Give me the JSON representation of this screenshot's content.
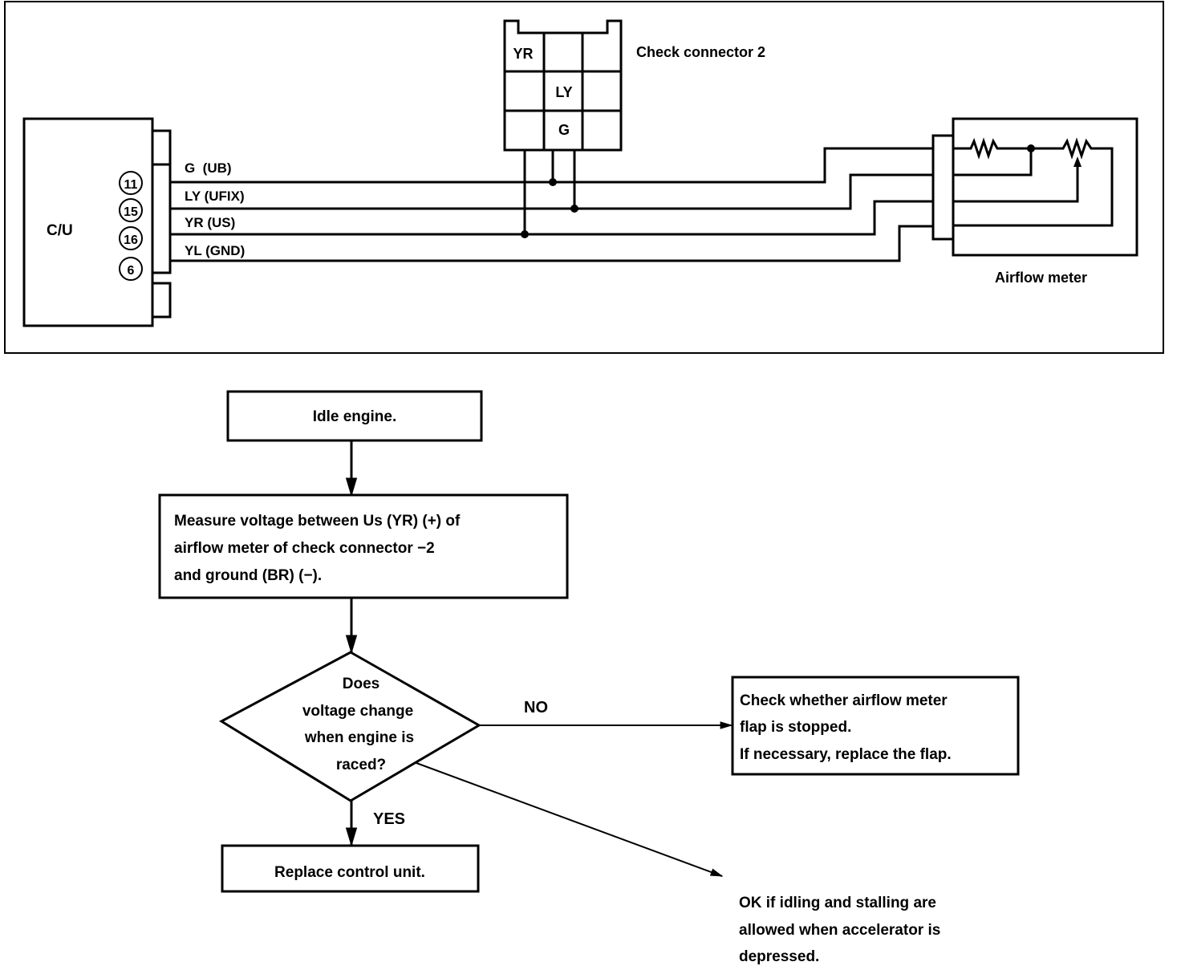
{
  "wiring": {
    "control_unit_label": "C/U",
    "pins": [
      "11",
      "15",
      "16",
      "6"
    ],
    "wires": [
      {
        "label": "G  (UB)"
      },
      {
        "label": "LY (UFIX)"
      },
      {
        "label": "YR (US)"
      },
      {
        "label": "YL (GND)"
      }
    ],
    "check_connector": {
      "title": "Check connector 2",
      "cells": [
        "YR",
        "",
        "",
        "",
        "LY",
        "",
        "",
        "G",
        ""
      ]
    },
    "airflow_meter_label": "Airflow meter"
  },
  "flowchart": {
    "step1": "Idle engine.",
    "step2": [
      "Measure voltage between Us (YR) (+) of",
      "airflow meter of check connector −2",
      "and ground (BR) (−)."
    ],
    "decision": [
      "Does",
      "voltage change",
      "when engine is",
      "raced?"
    ],
    "no_label": "NO",
    "yes_label": "YES",
    "no_result": [
      "Check whether airflow meter",
      "flap is stopped.",
      "If necessary, replace the flap."
    ],
    "yes_result": "Replace control unit.",
    "note": [
      "OK if idling and stalling are",
      "allowed when accelerator is",
      "depressed."
    ]
  }
}
